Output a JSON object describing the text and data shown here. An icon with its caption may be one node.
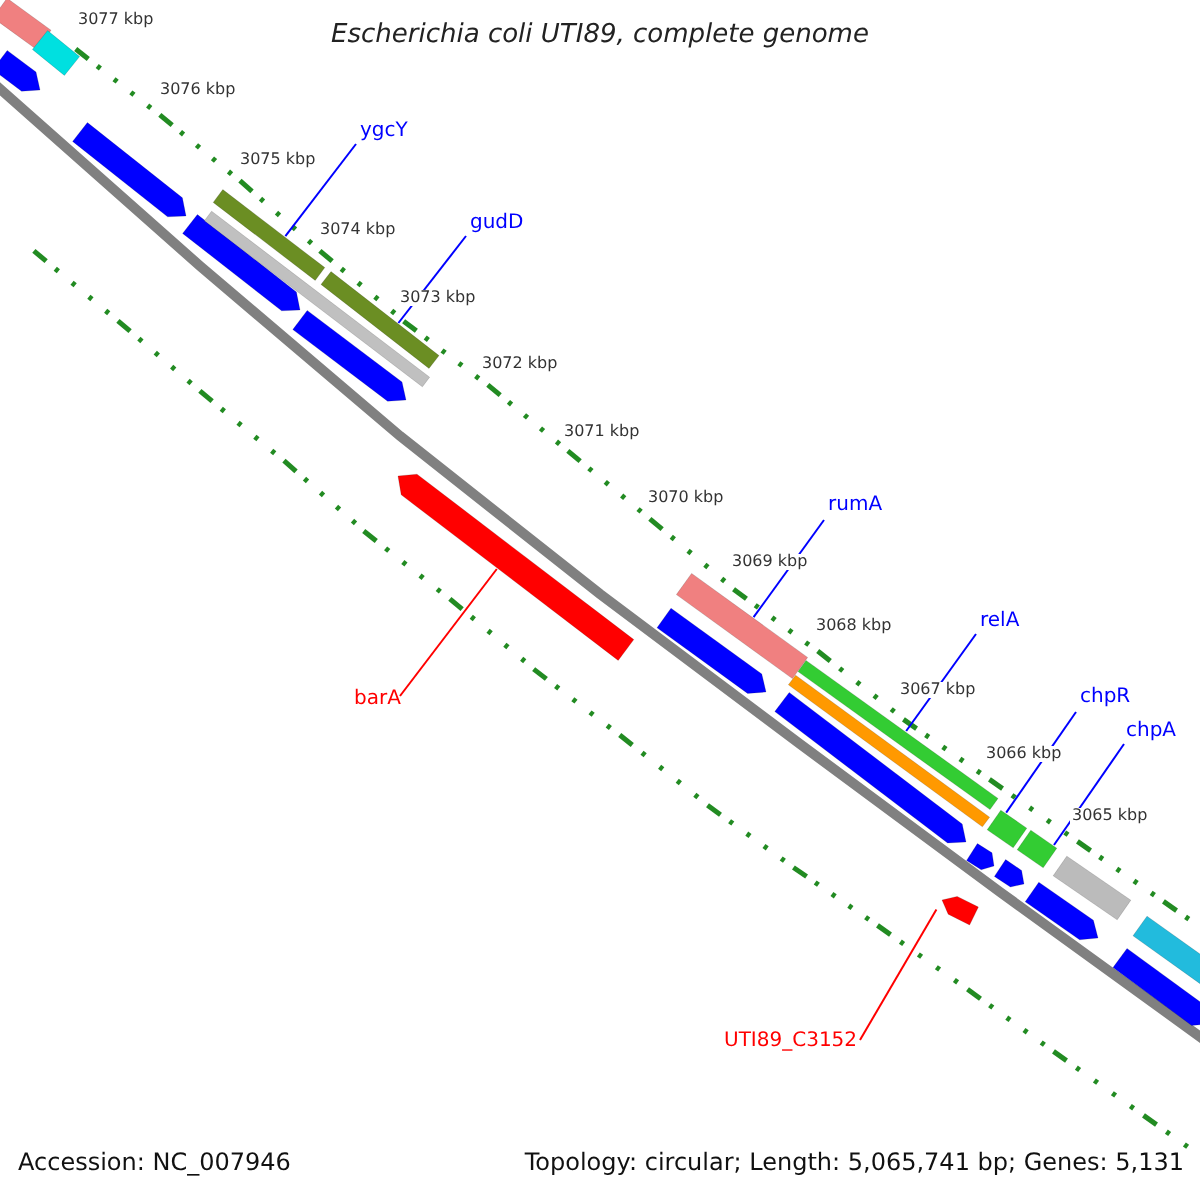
{
  "diagram": {
    "title": "Escherichia coli UTI89, complete genome",
    "nodes": [
      {
        "text": [
          "ygcY"
        ]
      },
      {
        "text": [
          "gudD"
        ]
      },
      {
        "text": [
          "barA"
        ]
      },
      {
        "text": [
          "rumA"
        ]
      },
      {
        "text": [
          "relA"
        ]
      },
      {
        "text": [
          "chpR"
        ]
      },
      {
        "text": [
          "chpA"
        ]
      },
      {
        "text": [
          "UTI89_C3152"
        ]
      },
      {
        "text": [],
        "shape": "bar"
      },
      {
        "text": [],
        "shape": "bar"
      },
      {
        "text": [],
        "shape": "bar"
      },
      {
        "text": [],
        "shape": "bar"
      },
      {
        "text": [],
        "shape": "bar"
      },
      {
        "text": [],
        "shape": "bar"
      },
      {
        "text": [],
        "shape": "bar"
      },
      {
        "text": [],
        "shape": "bar"
      },
      {
        "text": [],
        "shape": "bar"
      },
      {
        "text": [],
        "shape": "bar"
      },
      {
        "text": [],
        "shape": "bar"
      },
      {
        "text": [],
        "shape": "bar"
      },
      {
        "text": [],
        "shape": "bar"
      },
      {
        "text": [],
        "shape": "bar"
      },
      {
        "text": [],
        "shape": "bar"
      },
      {
        "text": [],
        "shape": "bar"
      },
      {
        "text": [],
        "shape": "bar"
      },
      {
        "text": [],
        "shape": "bar"
      },
      {
        "text": [],
        "shape": "bar"
      },
      {
        "text": [],
        "shape": "bar"
      },
      {
        "text": [],
        "shape": "bar"
      },
      {
        "text": [],
        "shape": "bar"
      },
      {
        "text": [],
        "shape": "bar"
      },
      {
        "text": [],
        "shape": "bar"
      }
    ],
    "edges": [
      {
        "from": 0,
        "to": 8,
        "arrow": "none"
      },
      {
        "from": 1,
        "to": 9,
        "arrow": "none"
      },
      {
        "from": 2,
        "to": 10,
        "arrow": "none",
        "color": "#ff0000"
      },
      {
        "from": 3,
        "to": 11,
        "arrow": "none"
      },
      {
        "from": 4,
        "to": 12,
        "arrow": "none"
      },
      {
        "from": 5,
        "to": 13,
        "arrow": "none"
      },
      {
        "from": 6,
        "to": 14,
        "arrow": "none"
      },
      {
        "from": 7,
        "to": 15,
        "arrow": "none",
        "color": "#ff0000"
      }
    ],
    "labels": [
      "3077 kbp",
      "3076 kbp",
      "3075 kbp",
      "3074 kbp",
      "3073 kbp",
      "3072 kbp",
      "3071 kbp",
      "3070 kbp",
      "3069 kbp",
      "3068 kbp",
      "3067 kbp",
      "3066 kbp",
      "3065 kbp",
      "Accession: NC_007946",
      "Topology: circular; Length: 5,065,741 bp; Genes: 5,131"
    ]
  }
}
